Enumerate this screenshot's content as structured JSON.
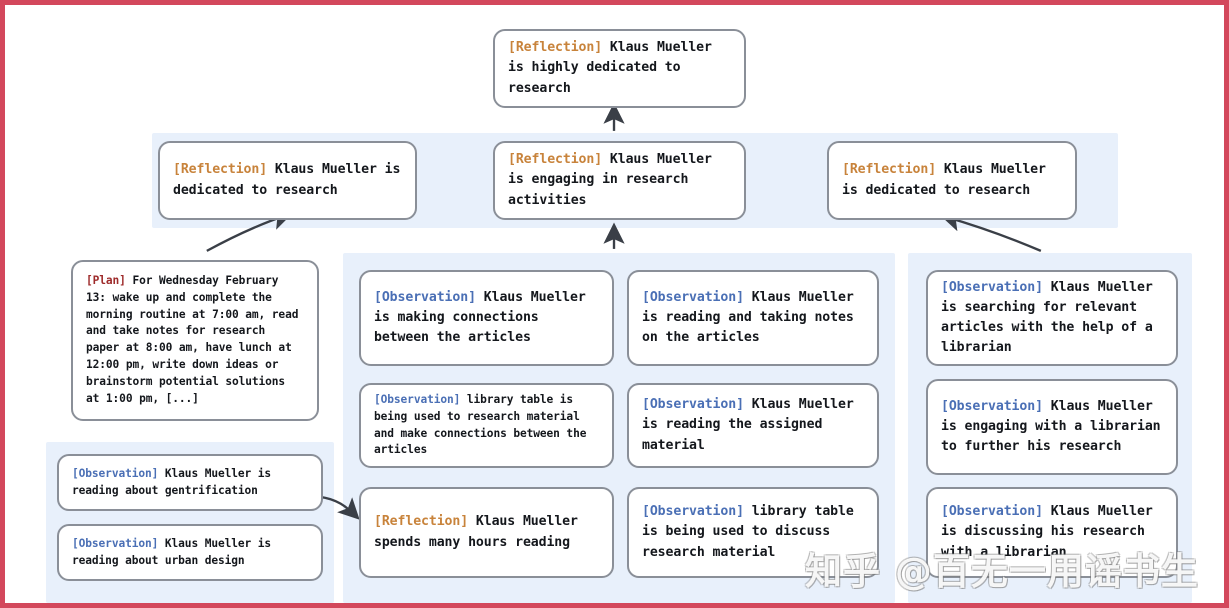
{
  "frame": {
    "border_color": "#d3485c",
    "background": "#ffffff"
  },
  "colors": {
    "panel_blue": "#e8f0fb",
    "node_border": "#8a8f98",
    "tag_reflection": "#c8833b",
    "tag_observation": "#4a6fb5",
    "tag_plan": "#9e2b2b",
    "text": "#14171c"
  },
  "nodes": {
    "top_reflection": {
      "tag": "[Reflection]",
      "tag_type": "reflection",
      "text": " Klaus Mueller is highly dedicated to research"
    },
    "mid_reflection_left": {
      "tag": "[Reflection]",
      "tag_type": "reflection",
      "text": " Klaus Mueller is dedicated to research"
    },
    "mid_reflection_center": {
      "tag": "[Reflection]",
      "tag_type": "reflection",
      "text": " Klaus Mueller is engaging in research activities"
    },
    "mid_reflection_right": {
      "tag": "[Reflection]",
      "tag_type": "reflection",
      "text": " Klaus Mueller is dedicated to research"
    },
    "plan_box": {
      "tag": "[Plan]",
      "tag_type": "plan",
      "text": " For Wednesday February 13: wake up and complete the morning routine at 7:00 am, read and take notes for research paper at 8:00 am, have lunch at 12:00 pm, write down ideas or brainstorm potential solutions at 1:00 pm, [...]"
    },
    "obs_gentrification": {
      "tag": "[Observation]",
      "tag_type": "observation",
      "text": " Klaus Mueller is reading about gentrification"
    },
    "obs_urban_design": {
      "tag": "[Observation]",
      "tag_type": "observation",
      "text": " Klaus Mueller is reading about urban design"
    },
    "obs_connections": {
      "tag": "[Observation]",
      "tag_type": "observation",
      "text": " Klaus Mueller is making connections between the articles"
    },
    "obs_library_table_connections": {
      "tag": "[Observation]",
      "tag_type": "observation",
      "text": " library table is being used to research material and make connections between the articles"
    },
    "reflection_hours_reading": {
      "tag": "[Reflection]",
      "tag_type": "reflection",
      "text": " Klaus Mueller spends many hours reading"
    },
    "obs_reading_notes": {
      "tag": "[Observation]",
      "tag_type": "observation",
      "text": " Klaus Mueller is reading and taking notes on the articles"
    },
    "obs_assigned_material": {
      "tag": "[Observation]",
      "tag_type": "observation",
      "text": " Klaus Mueller is reading the assigned material"
    },
    "obs_library_table_discuss": {
      "tag": "[Observation]",
      "tag_type": "observation",
      "text": " library table is being used to discuss research material"
    },
    "obs_searching_articles": {
      "tag": "[Observation]",
      "tag_type": "observation",
      "text": " Klaus Mueller is searching for relevant articles with the help of a librarian"
    },
    "obs_engaging_librarian": {
      "tag": "[Observation]",
      "tag_type": "observation",
      "text": " Klaus Mueller is engaging with a librarian to further his research"
    },
    "obs_discussing_librarian": {
      "tag": "[Observation]",
      "tag_type": "observation",
      "text": " Klaus Mueller is discussing his research with a librarian"
    }
  },
  "watermark": {
    "text": "知乎 @百无一用谣书生"
  }
}
